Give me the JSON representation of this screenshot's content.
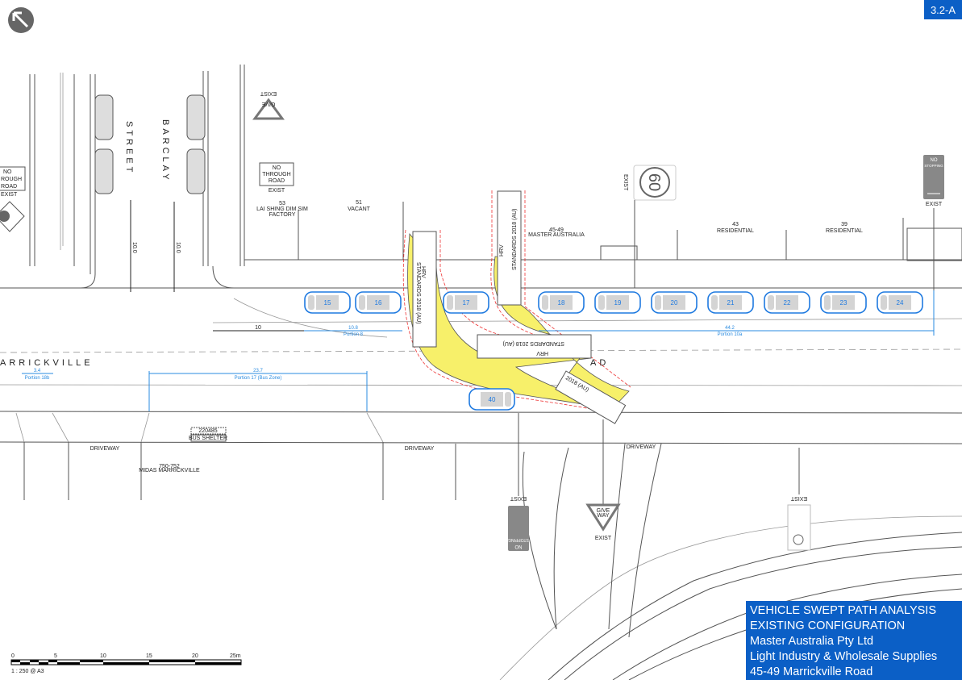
{
  "drawing_number": "3.2-A",
  "title_block": {
    "line1": "VEHICLE SWEPT PATH ANALYSIS",
    "line2": "EXISTING CONFIGURATION",
    "line3": "Master Australia Pty Ltd",
    "line4": "Light Industry & Wholesale Supplies",
    "line5": "45-49 Marrickville Road"
  },
  "roads": {
    "barclay": "BARCLAY",
    "street": "STREET",
    "marrickville": "ARRICKVILLE",
    "road_suffix": "AD"
  },
  "properties": [
    {
      "number": "53",
      "name": "LAI SHING DIM SIM",
      "name2": "FACTORY"
    },
    {
      "number": "51",
      "name": "VACANT"
    },
    {
      "number": "45-49",
      "name": "MASTER AUSTRALIA"
    },
    {
      "number": "43",
      "name": "RESIDENTIAL"
    },
    {
      "number": "39",
      "name": "RESIDENTIAL"
    },
    {
      "number": "750-752",
      "name": "MIDAS MARRICKVILLE"
    }
  ],
  "signs": {
    "exist": "EXIST",
    "no_through_road": [
      "NO",
      "THROUGH",
      "ROAD"
    ],
    "no_through_road_left": [
      "NO",
      "ROUGH",
      "ROAD"
    ],
    "speed_limit": "60",
    "no_stopping": [
      "NO",
      "STOPPING"
    ],
    "give_way": [
      "GIVE",
      "WAY"
    ],
    "bus_shelter_id": "220485",
    "bus_shelter": "BUS SHELTER",
    "driveway": "DRIVEWAY"
  },
  "vehicles": {
    "label": "HRV",
    "standard": "STANDARDS 2018 (AU)",
    "standard_short": "2018 (AU)"
  },
  "parking_spaces": [
    "15",
    "16",
    "17",
    "18",
    "19",
    "20",
    "21",
    "22",
    "23",
    "24",
    "40"
  ],
  "dimensions": {
    "d_10": "10",
    "d_10_8": "10.8",
    "portion_8": "Portion 8",
    "d_44_2": "44.2",
    "portion_10a": "Portion 10a",
    "d_3_4": "3.4",
    "portion_18b": "Portion 18b",
    "d_23_7": "23.7",
    "portion_17": "Portion 17 (Bus Zone)",
    "d_vert": "10.0"
  },
  "scale_bar": {
    "ticks": [
      "0",
      "5",
      "10",
      "15",
      "20",
      "25m"
    ],
    "ratio": "1 : 250  @  A3"
  },
  "colors": {
    "title_blue": "#0b5fc6",
    "swept_path": "#f7f06a",
    "parking_blue": "#1f7ae0",
    "envelope_red": "#e33333"
  }
}
